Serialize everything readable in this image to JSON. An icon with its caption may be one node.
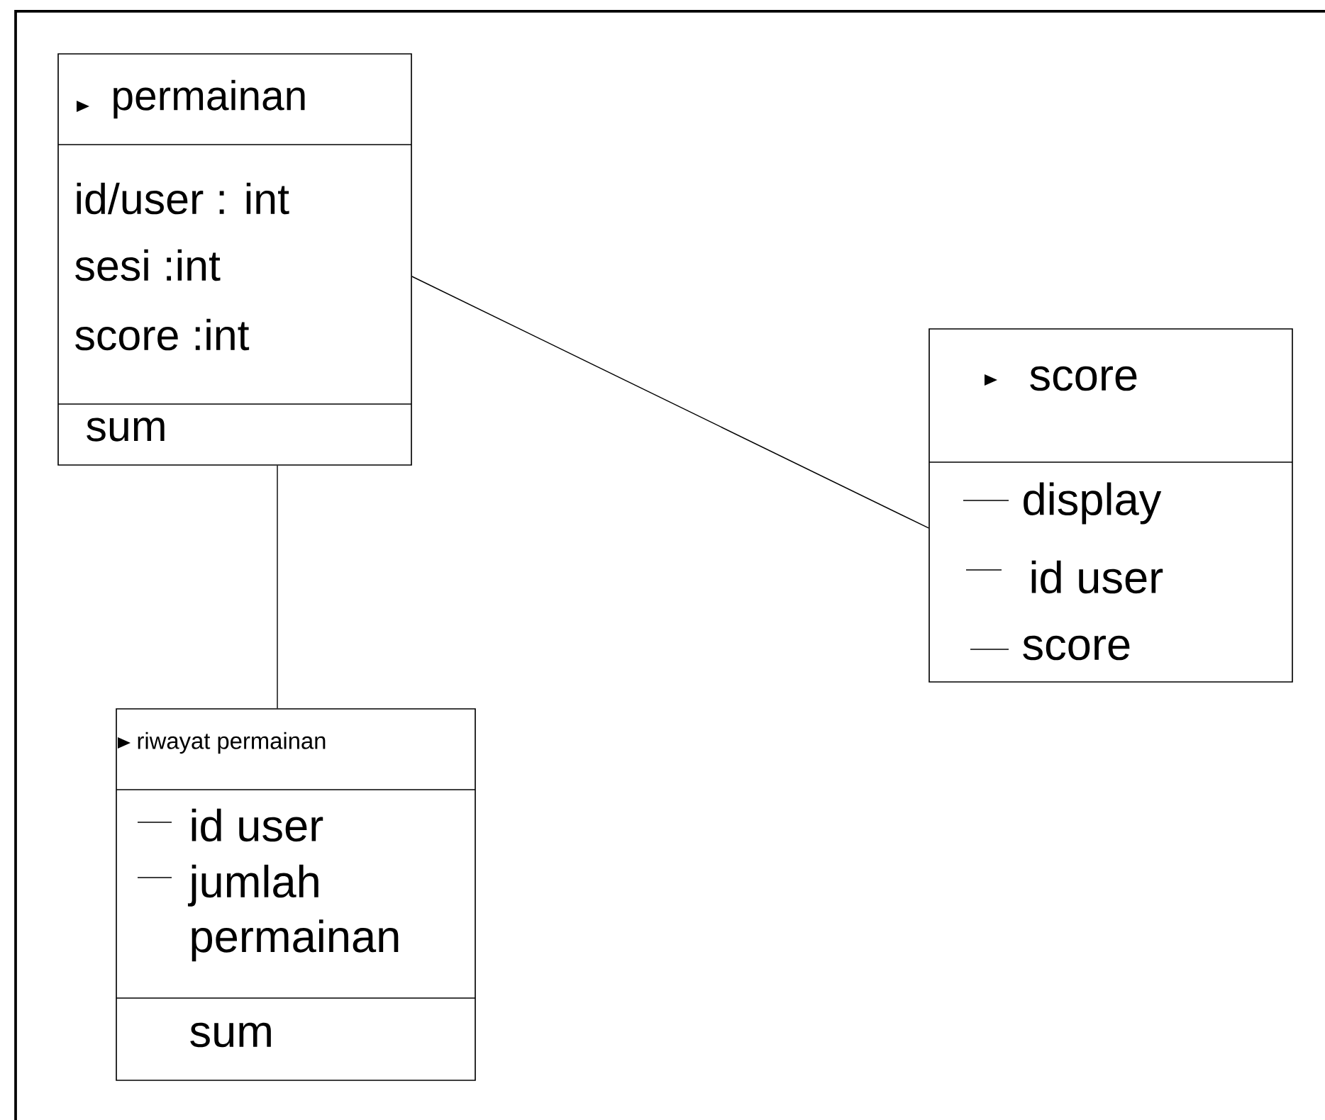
{
  "diagram": {
    "nodes": [
      {
        "text": [
          "permainan",
          "id/user : int",
          "sesi :int",
          "score :int",
          "sum"
        ]
      },
      {
        "text": [
          "riwayat permainan",
          "id user",
          "jumlah permainan",
          "sum"
        ]
      },
      {
        "text": [
          "score",
          "display",
          "id user",
          "score"
        ]
      }
    ],
    "edges": [
      {
        "from": 0,
        "to": 1,
        "arrow": "none"
      },
      {
        "from": 0,
        "to": 2,
        "arrow": "none"
      }
    ]
  }
}
